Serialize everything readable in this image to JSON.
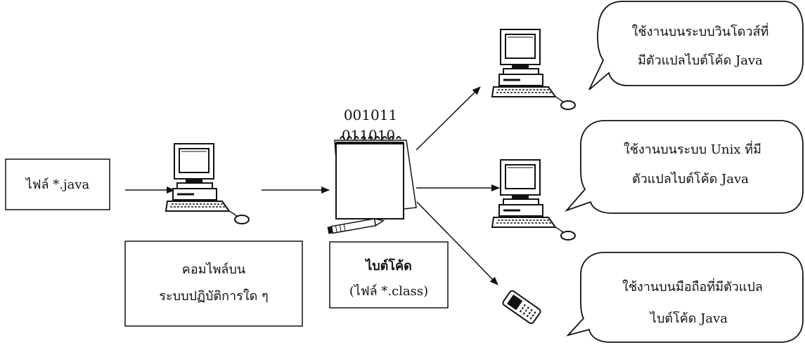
{
  "source_box": {
    "text": "ไฟล์ *.java"
  },
  "compile_box": {
    "line1": "คอมไพล์บน",
    "line2": "ระบบปฏิบัติการใด ๆ"
  },
  "bytecode_box": {
    "line1": "ไบต์โค้ด",
    "line2": "(ไฟล์ *.class)"
  },
  "binary_text": {
    "line1": "001011",
    "line2": "011010"
  },
  "bubbles": [
    {
      "line1": "ใช้งานบนระบบวินโดวส์ที่",
      "line2": "มีตัวแปลไบต์โค้ด Java"
    },
    {
      "line1": "ใช้งานบนระบบ Unix ที่มี",
      "line2": "ตัวแปลไบต์โค้ด Java"
    },
    {
      "line1": "ใช้งานบนมือถือที่มีตัวแปล",
      "line2": "ไบต์โค้ด Java"
    }
  ],
  "icons": {
    "compiler": "desktop-computer-icon",
    "target_windows": "desktop-computer-icon",
    "target_unix": "desktop-computer-icon",
    "target_mobile": "mobile-phone-icon",
    "bytecode": "notepad-pencil-icon"
  },
  "colors": {
    "stroke": "#111111",
    "background": "#ffffff"
  }
}
